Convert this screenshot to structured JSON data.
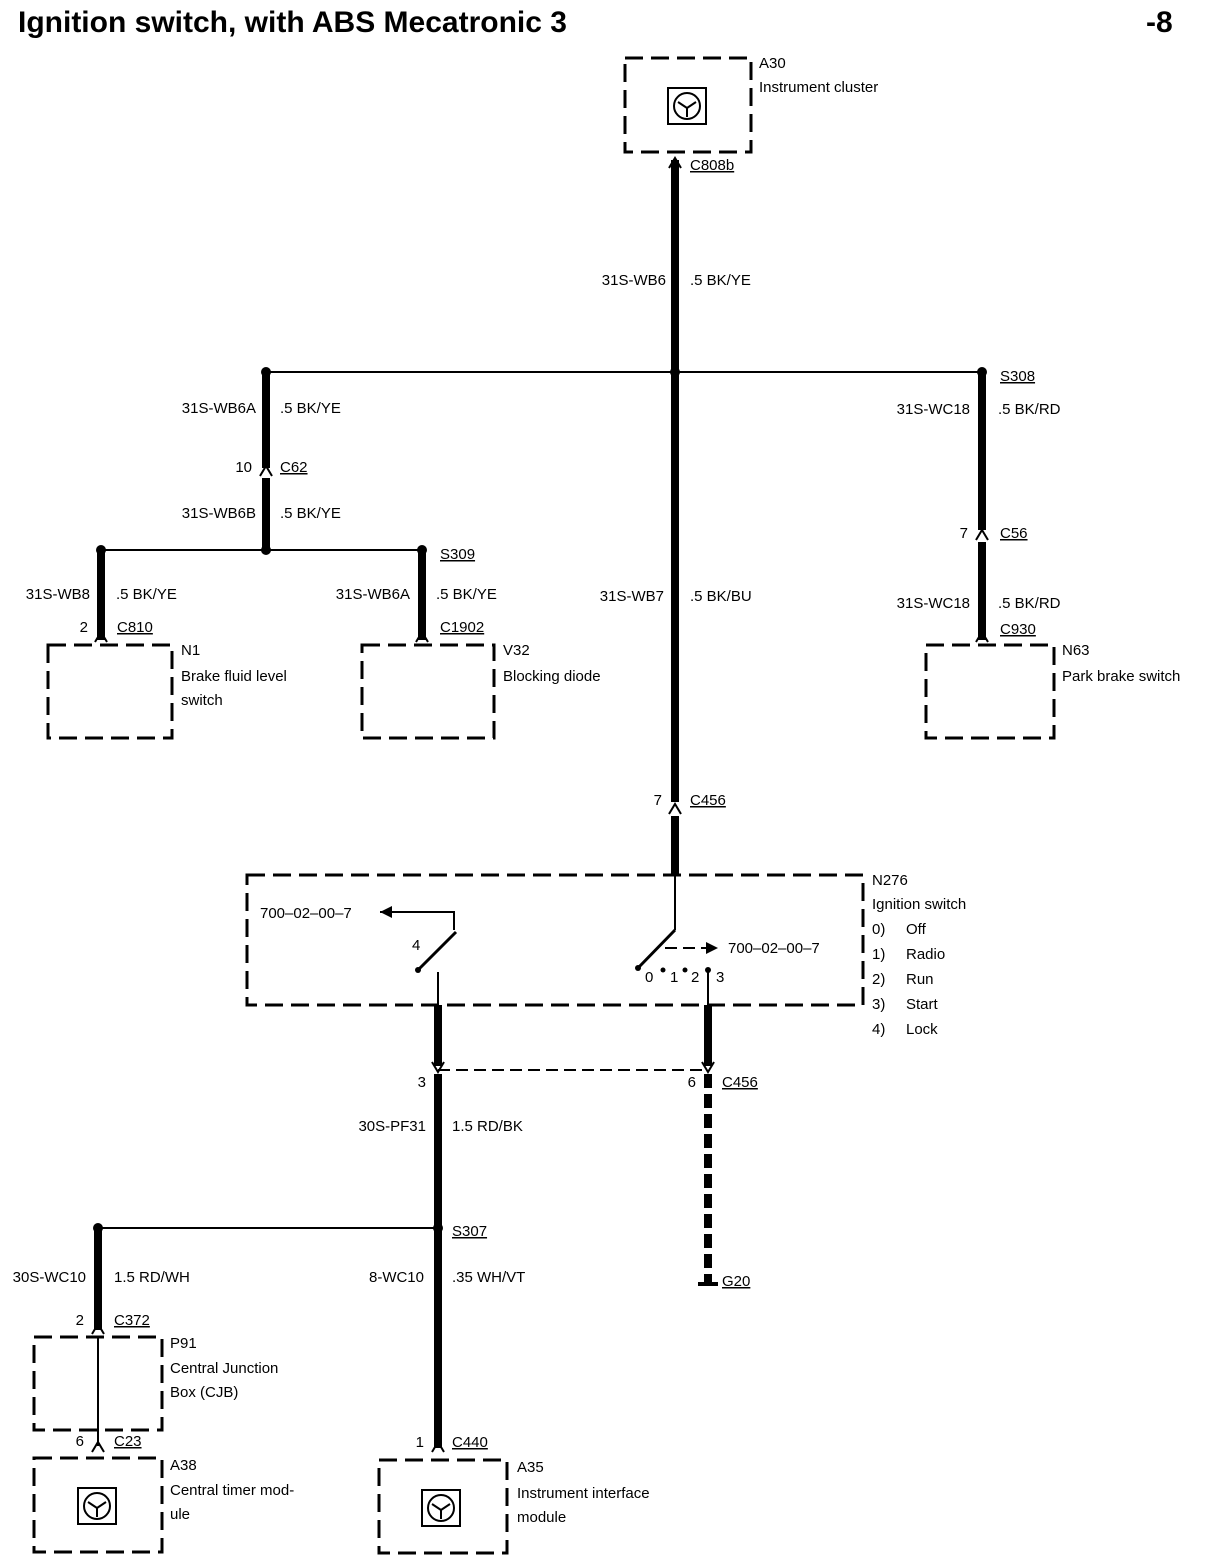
{
  "title": "Ignition switch, with ABS Mecatronic 3",
  "page_ref": "-8",
  "components": {
    "a30": {
      "id": "A30",
      "name": "Instrument cluster",
      "connector": "C808b"
    },
    "n1": {
      "id": "N1",
      "name_line1": "Brake fluid level",
      "name_line2": "switch",
      "pin": "2",
      "connector": "C810"
    },
    "v32": {
      "id": "V32",
      "name": "Blocking diode",
      "connector": "C1902"
    },
    "n63": {
      "id": "N63",
      "name": "Park brake switch",
      "connector": "C930"
    },
    "n276": {
      "id": "N276",
      "name": "Ignition switch",
      "ref_left": "700–02–00–7",
      "ref_right": "700–02–00–7",
      "left_pin": "4",
      "positions": [
        "0",
        "1",
        "2",
        "3"
      ],
      "legend": [
        {
          "num": "0)",
          "label": "Off"
        },
        {
          "num": "1)",
          "label": "Radio"
        },
        {
          "num": "2)",
          "label": "Run"
        },
        {
          "num": "3)",
          "label": "Start"
        },
        {
          "num": "4)",
          "label": "Lock"
        }
      ]
    },
    "p91": {
      "id": "P91",
      "name_line1": "Central Junction",
      "name_line2": "Box (CJB)",
      "pin": "2",
      "connector": "C372"
    },
    "a38": {
      "id": "A38",
      "name_line1": "Central timer mod-",
      "name_line2": "ule",
      "pin": "6",
      "connector": "C23"
    },
    "a35": {
      "id": "A35",
      "name_line1": "Instrument interface",
      "name_line2": "module",
      "pin": "1",
      "connector": "C440"
    }
  },
  "splices": {
    "s308": "S308",
    "s309": "S309",
    "s307": "S307"
  },
  "connectors": {
    "c62": {
      "name": "C62",
      "pin": "10"
    },
    "c56": {
      "name": "C56",
      "pin": "7"
    },
    "c456_top": {
      "name": "C456",
      "pin": "7"
    },
    "c456_bottom": {
      "name": "C456",
      "pin_left": "3",
      "pin_right": "6"
    }
  },
  "ground": "G20",
  "wires": {
    "wb6": {
      "circuit": "31S-WB6",
      "spec": ".5 BK/YE"
    },
    "wb6a": {
      "circuit": "31S-WB6A",
      "spec": ".5 BK/YE"
    },
    "wb6b": {
      "circuit": "31S-WB6B",
      "spec": ".5 BK/YE"
    },
    "wb8": {
      "circuit": "31S-WB8",
      "spec": ".5 BK/YE"
    },
    "wb6a2": {
      "circuit": "31S-WB6A",
      "spec": ".5 BK/YE"
    },
    "wb7": {
      "circuit": "31S-WB7",
      "spec": ".5 BK/BU"
    },
    "wc18a": {
      "circuit": "31S-WC18",
      "spec": ".5 BK/RD"
    },
    "wc18b": {
      "circuit": "31S-WC18",
      "spec": ".5 BK/RD"
    },
    "pf31": {
      "circuit": "30S-PF31",
      "spec": "1.5 RD/BK"
    },
    "wc10a": {
      "circuit": "30S-WC10",
      "spec": "1.5 RD/WH"
    },
    "wc10b": {
      "circuit": "8-WC10",
      "spec": ".35 WH/VT"
    }
  }
}
